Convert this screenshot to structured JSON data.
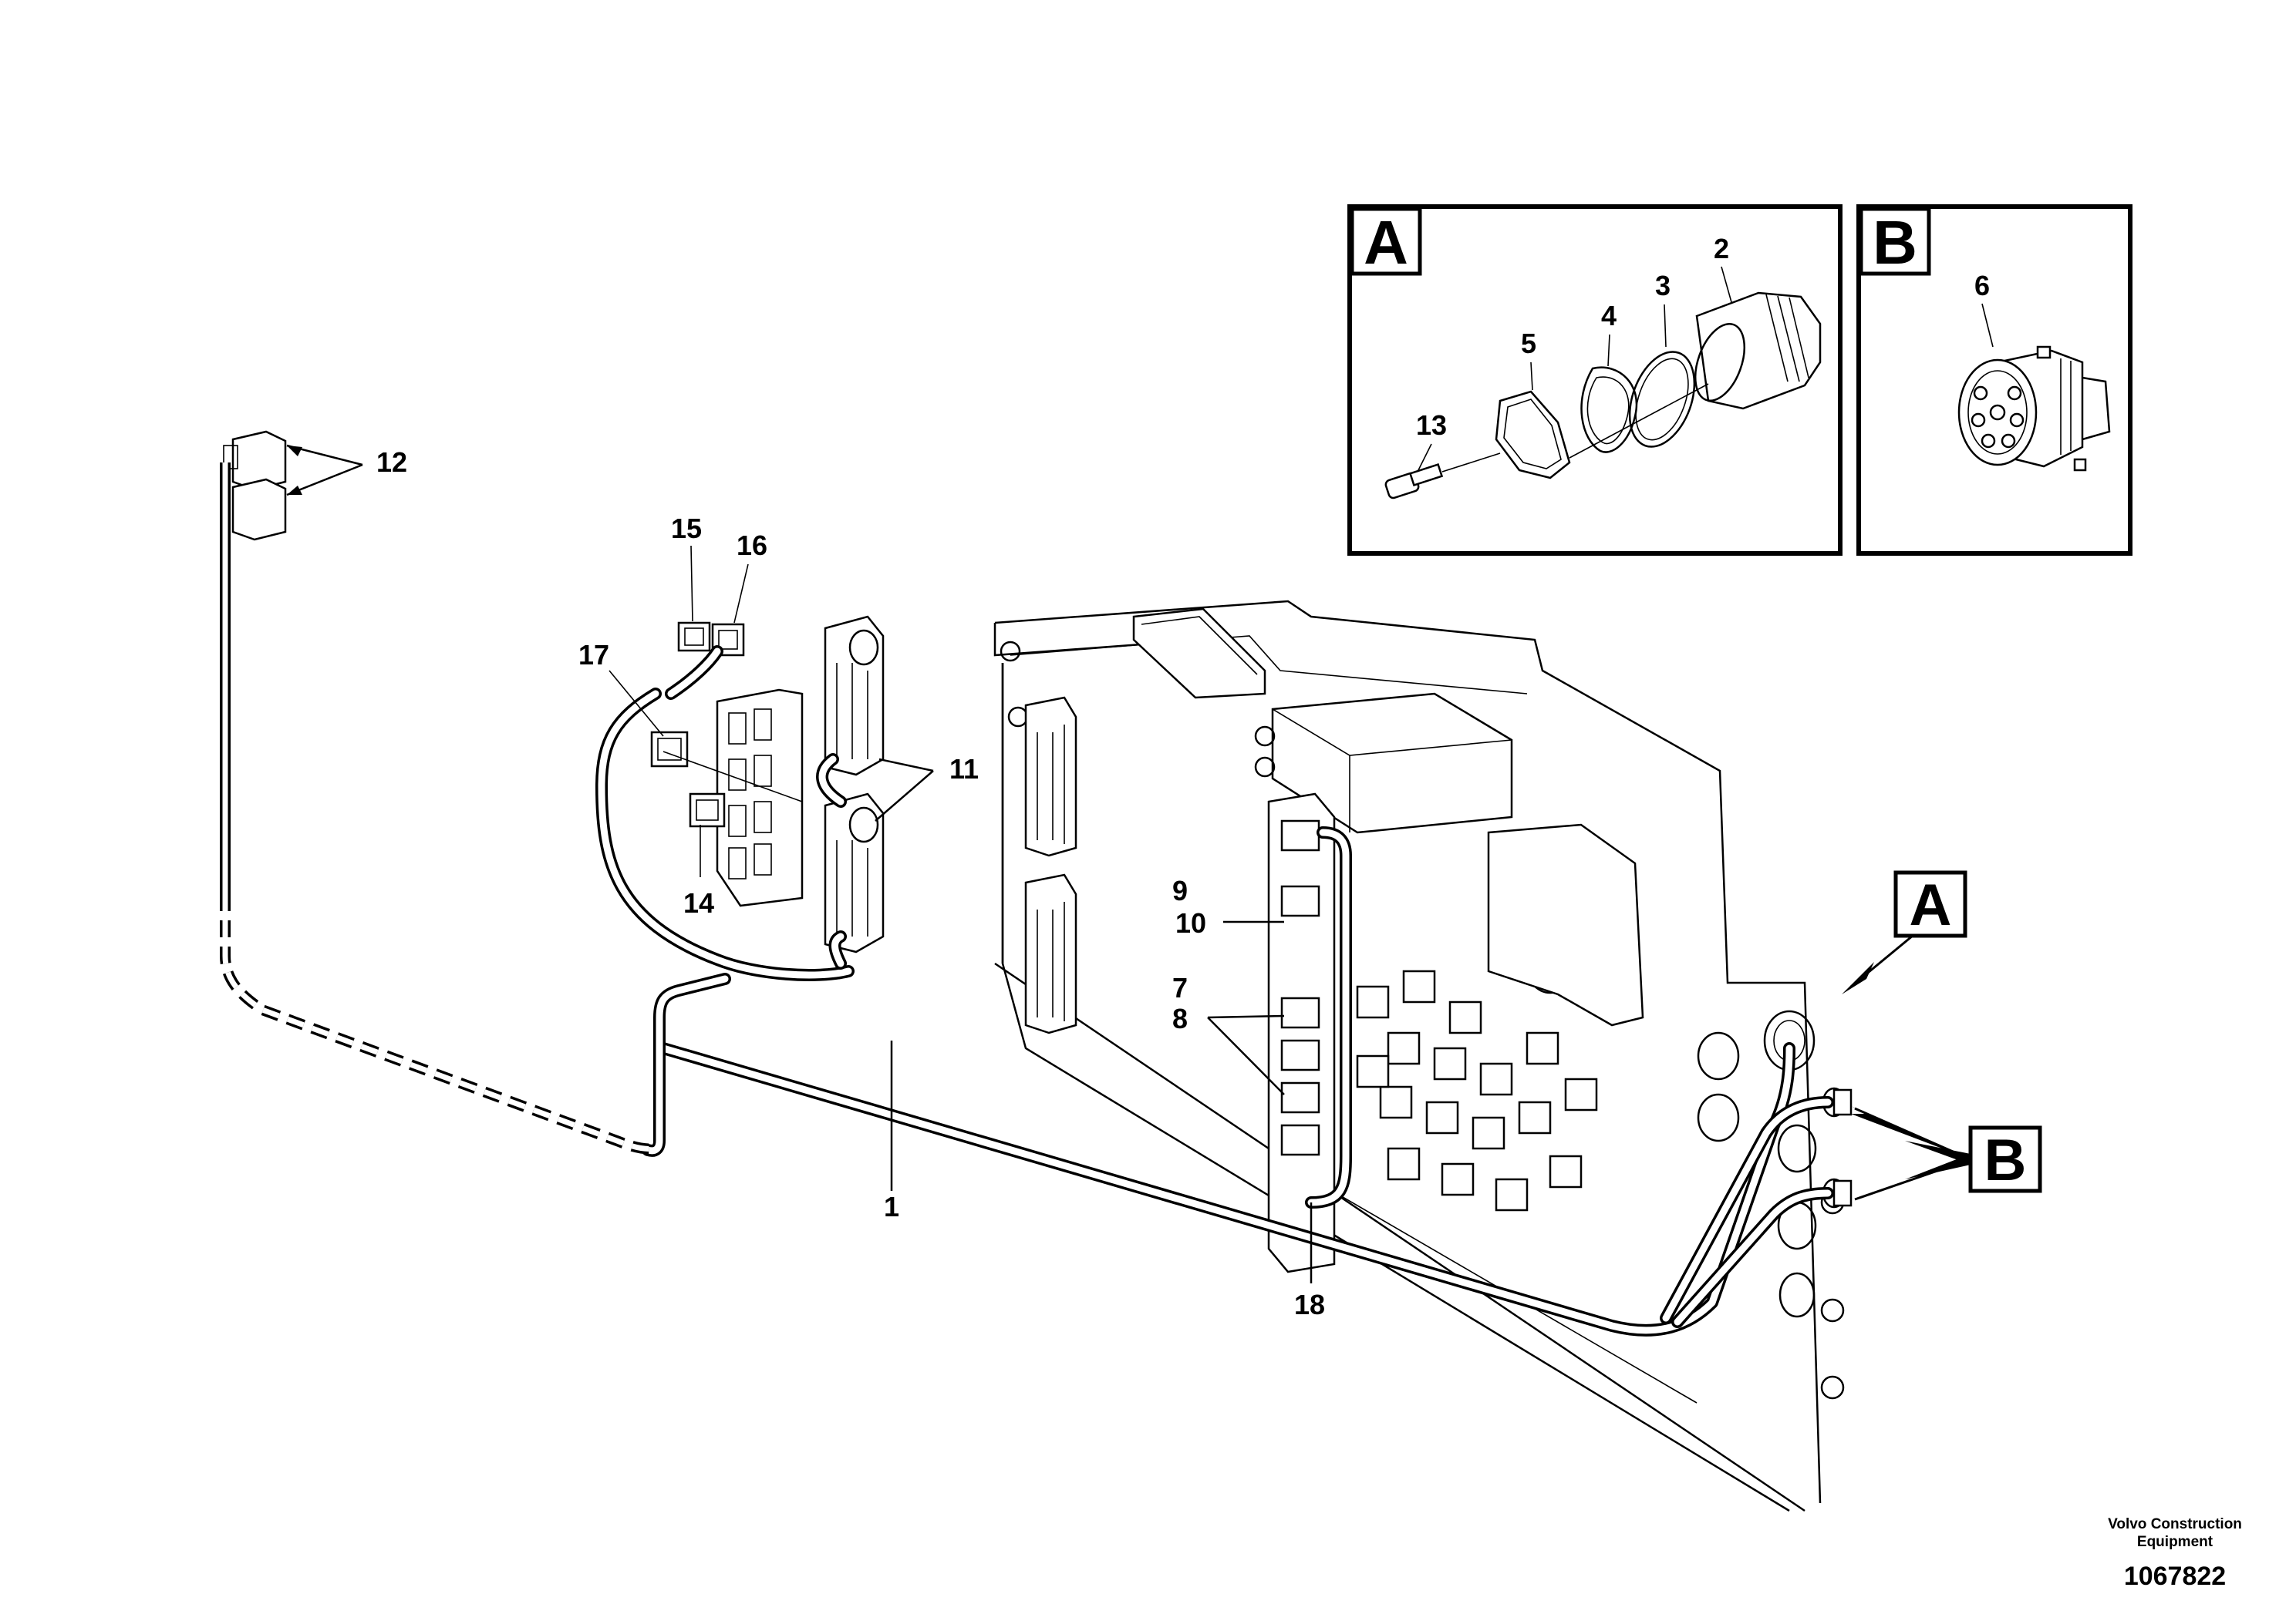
{
  "diagram": {
    "part_labels": {
      "p1": "1",
      "p2": "2",
      "p3": "3",
      "p4": "4",
      "p5": "5",
      "p6": "6",
      "p7": "7",
      "p8": "8",
      "p9": "9",
      "p10": "10",
      "p11": "11",
      "p12": "12",
      "p13": "13",
      "p14": "14",
      "p15": "15",
      "p16": "16",
      "p17": "17",
      "p18": "18"
    },
    "detail_letters": {
      "a": "A",
      "b": "B"
    },
    "footer": {
      "company_line1": "Volvo Construction",
      "company_line2": "Equipment",
      "drawing_number": "1067822"
    }
  }
}
